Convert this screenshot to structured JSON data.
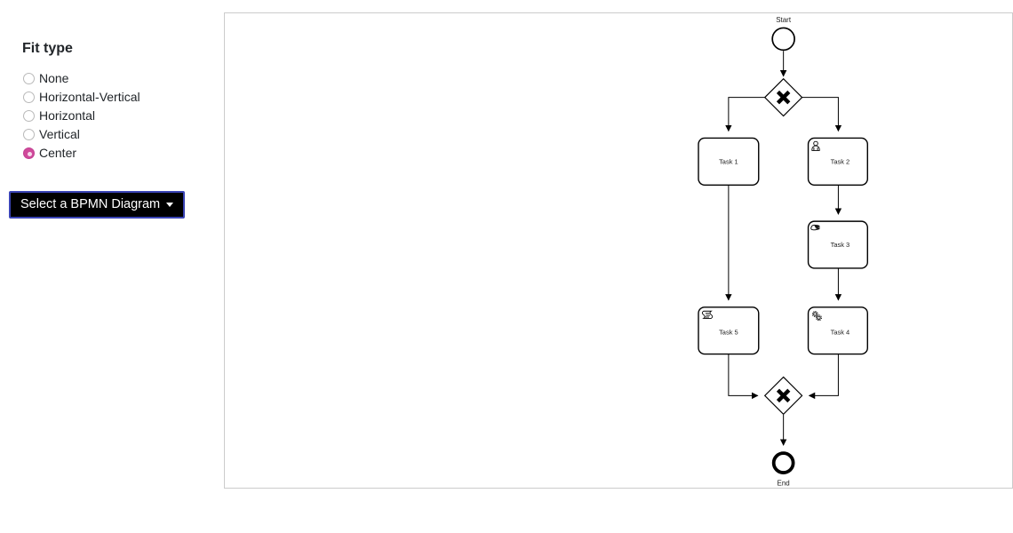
{
  "sidebar": {
    "fit_type_heading": "Fit type",
    "options": [
      {
        "label": "None",
        "selected": false
      },
      {
        "label": "Horizontal-Vertical",
        "selected": false
      },
      {
        "label": "Horizontal",
        "selected": false
      },
      {
        "label": "Vertical",
        "selected": false
      },
      {
        "label": "Center",
        "selected": true
      }
    ],
    "select_button": {
      "label": "Select a BPMN Diagram"
    }
  },
  "diagram": {
    "start_event": {
      "label": "Start",
      "type": "start-event"
    },
    "end_event": {
      "label": "End",
      "type": "end-event"
    },
    "tasks": [
      {
        "label": "Task 1",
        "type": "task",
        "icon": "none"
      },
      {
        "label": "Task 2",
        "type": "user-task",
        "icon": "user-task-icon"
      },
      {
        "label": "Task 3",
        "type": "manual-task",
        "icon": "manual-task-icon"
      },
      {
        "label": "Task 4",
        "type": "service-task",
        "icon": "service-task-icon"
      },
      {
        "label": "Task 5",
        "type": "script-task",
        "icon": "script-task-icon"
      }
    ],
    "gateways": [
      {
        "type": "exclusive-gateway",
        "position": "split"
      },
      {
        "type": "exclusive-gateway",
        "position": "merge"
      }
    ]
  },
  "colors": {
    "accent_pink": "#d04a9b",
    "button_bg": "#000000",
    "button_border": "#3a44b5",
    "canvas_border": "#cccccc",
    "diagram_stroke": "#000000"
  }
}
